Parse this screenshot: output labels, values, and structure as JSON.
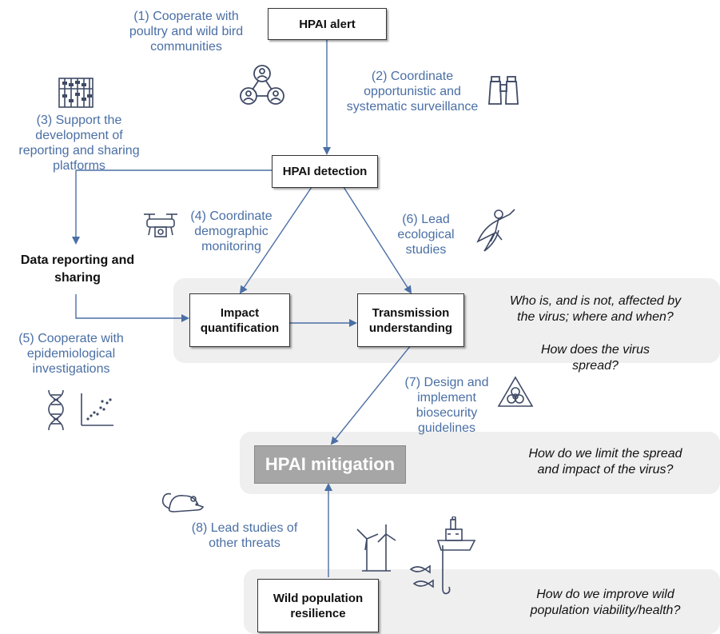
{
  "boxes": {
    "alert": "HPAI alert",
    "detection": "HPAI detection",
    "impact": [
      "Impact",
      "quantification"
    ],
    "transmission": [
      "Transmission",
      "understanding"
    ],
    "mitigation": "HPAI mitigation",
    "resilience": [
      "Wild population",
      "resilience"
    ]
  },
  "data_reporting": [
    "Data reporting and",
    "sharing"
  ],
  "actions": {
    "a1": [
      "(1) Cooperate with",
      "poultry and wild bird",
      "communities"
    ],
    "a2": [
      "(2) Coordinate",
      "opportunistic and",
      "systematic surveillance"
    ],
    "a3": [
      "(3) Support the",
      "development of",
      "reporting and sharing",
      "platforms"
    ],
    "a4": [
      "(4) Coordinate",
      "demographic",
      "monitoring"
    ],
    "a5": [
      "(5) Cooperate with",
      "epidemiological",
      "investigations"
    ],
    "a6": [
      "(6) Lead",
      "ecological",
      "studies"
    ],
    "a7": [
      "(7) Design and",
      "implement",
      "biosecurity",
      "guidelines"
    ],
    "a8": [
      "(8) Lead studies of",
      "other threats"
    ]
  },
  "questions": {
    "q1": [
      "Who is, and is not, affected by",
      "the virus; where and when?"
    ],
    "q2": [
      "How does the virus",
      "spread?"
    ],
    "q3": [
      "How do we limit the spread",
      "and impact of the virus?"
    ],
    "q4": [
      "How do we improve wild",
      "population viability/health?"
    ]
  },
  "icons": [
    "community-network-icon",
    "binoculars-icon",
    "abacus-icon",
    "drone-icon",
    "superhero-icon",
    "dna-icon",
    "scatter-plot-icon",
    "biohazard-icon",
    "rodent-icon",
    "wind-turbine-icon",
    "fishing-boat-icon"
  ],
  "colors": {
    "arrow": "#4a6fa5",
    "text_action": "#4a6fa5",
    "band": "#efefef",
    "mitigation_box": "#a6a6a6"
  }
}
